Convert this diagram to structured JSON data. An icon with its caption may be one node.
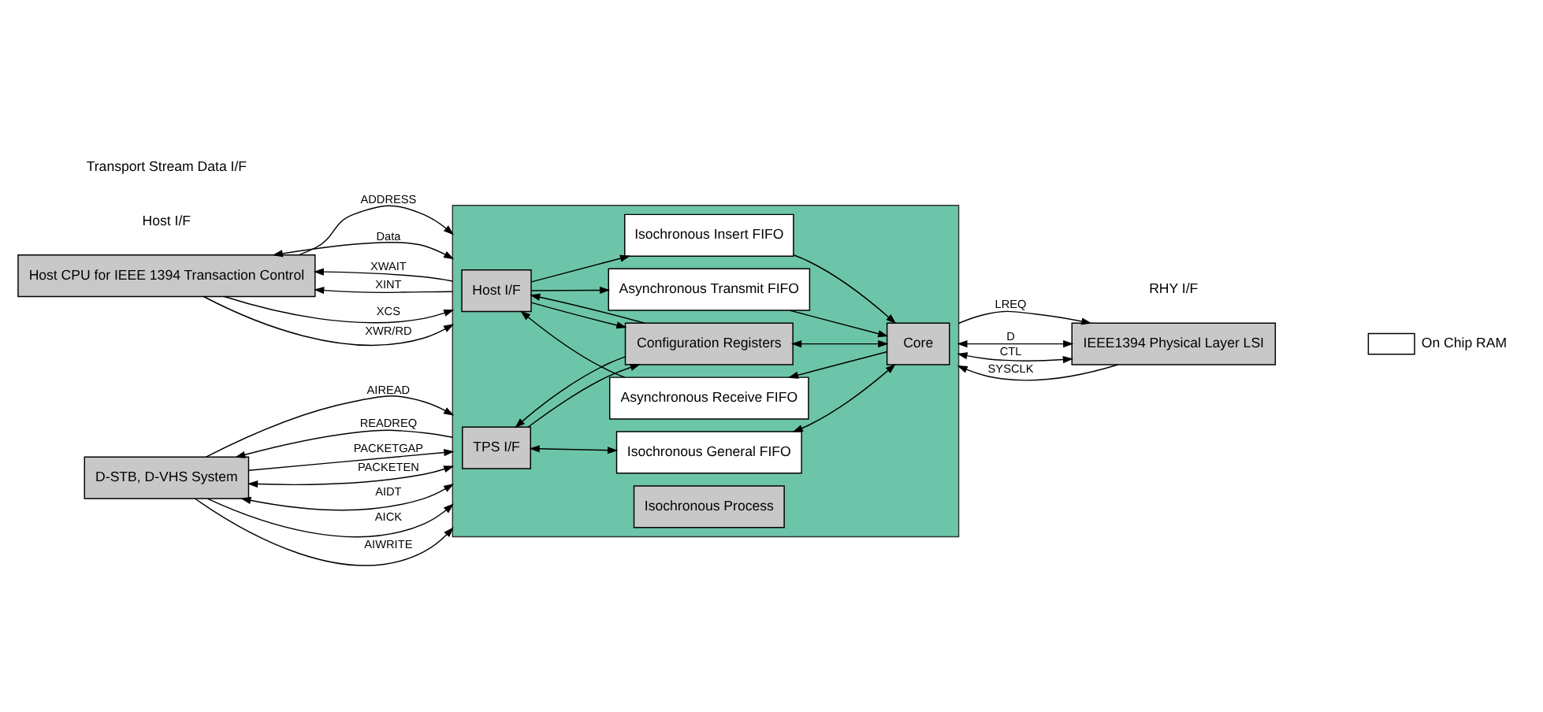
{
  "diagram": {
    "nodes": [
      {
        "text": [
          "Host CPU for IEEE 1394 Transaction Control"
        ]
      },
      {
        "text": [
          "D-STB, D-VHS System"
        ]
      },
      {
        "text": [],
        "shape": "box"
      },
      {
        "text": [
          "Host I/F"
        ],
        "in": 2
      },
      {
        "text": [
          "Asynchronous Transmit FIFO"
        ],
        "in": 2
      },
      {
        "text": [
          "Asynchronous Receive FIFO"
        ],
        "in": 2
      },
      {
        "text": [
          "Isochronous Insert FIFO"
        ],
        "in": 2
      },
      {
        "text": [
          "Configuration Registers"
        ],
        "in": 2
      },
      {
        "text": [
          "TPS I/F"
        ],
        "in": 2
      },
      {
        "text": [
          "Isochronous Process"
        ],
        "in": 2
      },
      {
        "text": [
          "Isochronous General FIFO"
        ],
        "in": 2
      },
      {
        "text": [
          "Core"
        ],
        "in": 2
      },
      {
        "text": [
          "IEEE1394 Physical Layer LSI"
        ]
      }
    ],
    "edges": [
      {
        "from": 0,
        "to": 2,
        "arrow": "to",
        "label": "XCS"
      },
      {
        "from": 0,
        "to": 2,
        "arrow": "to",
        "label": "XWR/RD"
      },
      {
        "from": 0,
        "to": 2,
        "arrow": "to",
        "label": "ADDRESS"
      },
      {
        "from": 0,
        "to": 2,
        "arrow": "both",
        "label": "Data"
      },
      {
        "from": 2,
        "to": 0,
        "arrow": "to",
        "label": "XWAIT"
      },
      {
        "from": 2,
        "to": 0,
        "arrow": "to",
        "label": "XINT"
      },
      {
        "from": 1,
        "to": 2,
        "arrow": "both",
        "label": "PACKETEN"
      },
      {
        "from": 1,
        "to": 2,
        "arrow": "both",
        "label": "AIDT"
      },
      {
        "from": 1,
        "to": 2,
        "arrow": "to",
        "label": "AICK"
      },
      {
        "from": 1,
        "to": 2,
        "arrow": "to",
        "label": "AIWRITE"
      },
      {
        "from": 1,
        "to": 2,
        "arrow": "to",
        "label": "AIREAD"
      },
      {
        "from": 2,
        "to": 1,
        "arrow": "to",
        "label": "READREQ"
      },
      {
        "from": 1,
        "to": 2,
        "arrow": "to",
        "label": "PACKETGAP"
      },
      {
        "from": 2,
        "to": 12,
        "arrow": "to",
        "label": "LREQ"
      },
      {
        "from": 2,
        "to": 12,
        "arrow": "both",
        "label": "D"
      },
      {
        "from": 2,
        "to": 12,
        "arrow": "both",
        "label": "CTL"
      },
      {
        "from": 12,
        "to": 2,
        "arrow": "to",
        "label": "SYSCLK"
      },
      {
        "from": 3,
        "to": 4,
        "arrow": "to"
      },
      {
        "from": 4,
        "to": 11,
        "arrow": "to"
      },
      {
        "from": 11,
        "to": 5,
        "arrow": "to"
      },
      {
        "from": 5,
        "to": 3,
        "arrow": "to"
      },
      {
        "from": 3,
        "to": 6,
        "arrow": "to"
      },
      {
        "from": 6,
        "to": 11,
        "arrow": "to"
      },
      {
        "from": 3,
        "to": 7,
        "arrow": "to"
      },
      {
        "from": 7,
        "to": 3,
        "arrow": "to"
      },
      {
        "from": 7,
        "to": 11,
        "arrow": "both"
      },
      {
        "from": 7,
        "to": 8,
        "arrow": "to"
      },
      {
        "from": 8,
        "to": 7,
        "arrow": "to"
      },
      {
        "from": 8,
        "to": 10,
        "arrow": "both"
      },
      {
        "from": 10,
        "to": 11,
        "arrow": "both"
      }
    ],
    "labels": [
      "Host I/F",
      "RHY I/F",
      "Transport Stream Data I/F"
    ],
    "legend": [
      {
        "text": "On Chip RAM",
        "color": "#ffffff"
      }
    ]
  }
}
